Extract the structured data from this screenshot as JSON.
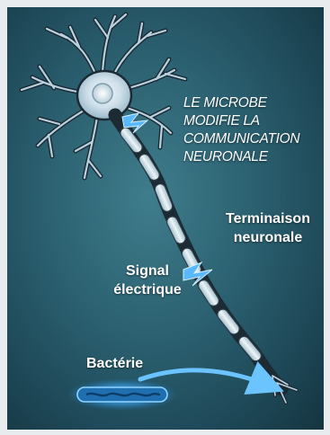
{
  "headline": [
    "LE MICROBE",
    "MODIFIE LA",
    "COMMUNICATION",
    "NEURONALE"
  ],
  "labels": {
    "terminal": [
      "Terminaison",
      "neuronale"
    ],
    "signal": [
      "Signal",
      "électrique"
    ],
    "bacterium": "Bactérie"
  },
  "colors": {
    "background": "#2a5f6f",
    "neuron": "#cfe0ea",
    "spark": "#5ab8ff",
    "bacterium": "#1f7dc7",
    "arrow": "#6cc4ff"
  }
}
